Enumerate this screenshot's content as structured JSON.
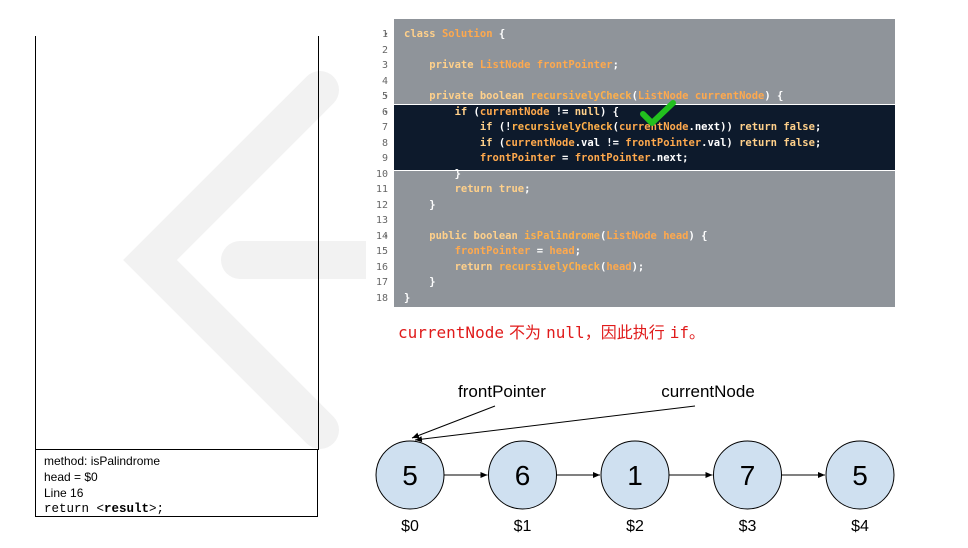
{
  "stack": {
    "frame": {
      "method": "method: isPalindrome",
      "head": "head = $0",
      "line": "Line 16",
      "return_prefix": "return <",
      "return_word": "result",
      "return_suffix": ">;"
    }
  },
  "code": {
    "lines": [
      {
        "n": "1",
        "fold": "▾",
        "parts": [
          [
            "kw",
            "class "
          ],
          [
            "ty",
            "Solution"
          ],
          [
            "pl",
            " {"
          ]
        ]
      },
      {
        "n": "2",
        "fold": "",
        "parts": []
      },
      {
        "n": "3",
        "fold": "",
        "parts": [
          [
            "kw",
            "    private "
          ],
          [
            "ty",
            "ListNode "
          ],
          [
            "va",
            "frontPointer"
          ],
          [
            "pl",
            ";"
          ]
        ]
      },
      {
        "n": "4",
        "fold": "",
        "parts": []
      },
      {
        "n": "5",
        "fold": "▾",
        "parts": [
          [
            "kw",
            "    private boolean "
          ],
          [
            "fn",
            "recursivelyCheck"
          ],
          [
            "pl",
            "("
          ],
          [
            "ty",
            "ListNode "
          ],
          [
            "va",
            "currentNode"
          ],
          [
            "pl",
            ") {"
          ]
        ]
      },
      {
        "n": "6",
        "fold": "▾",
        "parts": [
          [
            "kw",
            "        if "
          ],
          [
            "pl",
            "("
          ],
          [
            "va",
            "currentNode"
          ],
          [
            "pl",
            " != "
          ],
          [
            "kw",
            "null"
          ],
          [
            "pl",
            ") {"
          ]
        ]
      },
      {
        "n": "7",
        "fold": "",
        "parts": [
          [
            "kw",
            "            if "
          ],
          [
            "pl",
            "(!"
          ],
          [
            "fn",
            "recursivelyCheck"
          ],
          [
            "pl",
            "("
          ],
          [
            "va",
            "currentNode"
          ],
          [
            "pl",
            ".next)) "
          ],
          [
            "kw",
            "return false"
          ],
          [
            "pl",
            ";"
          ]
        ]
      },
      {
        "n": "8",
        "fold": "",
        "parts": [
          [
            "kw",
            "            if "
          ],
          [
            "pl",
            "("
          ],
          [
            "va",
            "currentNode"
          ],
          [
            "pl",
            ".val != "
          ],
          [
            "va",
            "frontPointer"
          ],
          [
            "pl",
            ".val) "
          ],
          [
            "kw",
            "return false"
          ],
          [
            "pl",
            ";"
          ]
        ]
      },
      {
        "n": "9",
        "fold": "",
        "parts": [
          [
            "va",
            "            frontPointer"
          ],
          [
            "pl",
            " = "
          ],
          [
            "va",
            "frontPointer"
          ],
          [
            "pl",
            ".next;"
          ]
        ]
      },
      {
        "n": "10",
        "fold": "",
        "parts": [
          [
            "pl",
            "        }"
          ]
        ]
      },
      {
        "n": "11",
        "fold": "",
        "parts": [
          [
            "kw",
            "        return true"
          ],
          [
            "pl",
            ";"
          ]
        ]
      },
      {
        "n": "12",
        "fold": "",
        "parts": [
          [
            "pl",
            "    }"
          ]
        ]
      },
      {
        "n": "13",
        "fold": "",
        "parts": []
      },
      {
        "n": "14",
        "fold": "▾",
        "parts": [
          [
            "kw",
            "    public boolean "
          ],
          [
            "fn",
            "isPalindrome"
          ],
          [
            "pl",
            "("
          ],
          [
            "ty",
            "ListNode "
          ],
          [
            "va",
            "head"
          ],
          [
            "pl",
            ") {"
          ]
        ]
      },
      {
        "n": "15",
        "fold": "",
        "parts": [
          [
            "va",
            "        frontPointer"
          ],
          [
            "pl",
            " = "
          ],
          [
            "va",
            "head"
          ],
          [
            "pl",
            ";"
          ]
        ]
      },
      {
        "n": "16",
        "fold": "",
        "parts": [
          [
            "kw",
            "        return "
          ],
          [
            "fn",
            "recursivelyCheck"
          ],
          [
            "pl",
            "("
          ],
          [
            "va",
            "head"
          ],
          [
            "pl",
            ");"
          ]
        ]
      },
      {
        "n": "17",
        "fold": "",
        "parts": [
          [
            "pl",
            "    }"
          ]
        ]
      },
      {
        "n": "18",
        "fold": "",
        "parts": [
          [
            "pl",
            "}"
          ]
        ]
      }
    ]
  },
  "caption": {
    "part1": "currentNode",
    "part2": " 不为 ",
    "part3": "null",
    "part4": "，因此执行 ",
    "part5": "if",
    "part6": "。"
  },
  "diagram": {
    "pointer_labels": [
      "frontPointer",
      "currentNode"
    ],
    "nodes": [
      {
        "value": "5",
        "addr": "$0"
      },
      {
        "value": "6",
        "addr": "$1"
      },
      {
        "value": "1",
        "addr": "$2"
      },
      {
        "value": "7",
        "addr": "$3"
      },
      {
        "value": "5",
        "addr": "$4"
      }
    ],
    "node_fill": "#cfe0f0",
    "accent_red": "#e01b1b",
    "check_green": "#22c01e"
  }
}
